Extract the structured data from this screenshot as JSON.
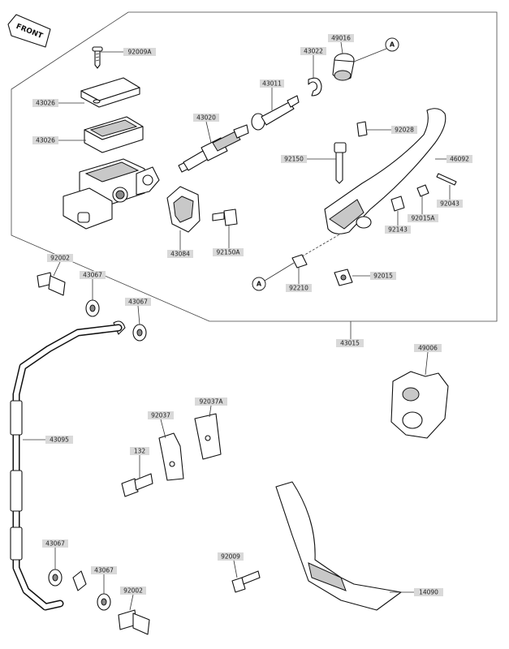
{
  "front_badge": "FRONT",
  "callouts": {
    "a_top": "A",
    "a_bottom": "A"
  },
  "labels": {
    "p92009A": "92009A",
    "p43026a": "43026",
    "p43026b": "43026",
    "p43011": "43011",
    "p43022": "43022",
    "p49016": "49016",
    "p43020": "43020",
    "p92028": "92028",
    "p92150": "92150",
    "p46092": "46092",
    "p92043": "92043",
    "p92015A": "92015A",
    "p92143": "92143",
    "p43084": "43084",
    "p92150A": "92150A",
    "p92210": "92210",
    "p92015": "92015",
    "p92002a": "92002",
    "p43067a": "43067",
    "p43067b": "43067",
    "p43015": "43015",
    "p49006": "49006",
    "p92037": "92037",
    "p92037A": "92037A",
    "p43095": "43095",
    "p132": "132",
    "p92009": "92009",
    "p14090": "14090",
    "p43067c": "43067",
    "p43067d": "43067",
    "p92002b": "92002"
  }
}
